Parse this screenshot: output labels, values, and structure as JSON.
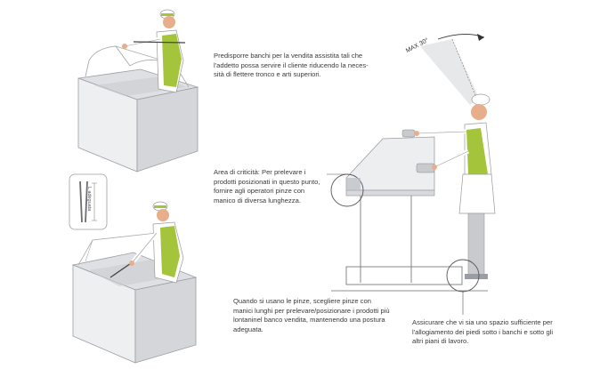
{
  "texts": {
    "intro": "Predisporre banchi per la vendita assistita tali che l'addetto possa servire il cliente riducendo la neces-sità di flettere tronco e arti superiori.",
    "critical_area": "Area di criticità: Per prelevare i prodotti posizionati in questo punto, fornire agli operatori pinze con manico di diversa lunghezza.",
    "tongs": "Quando si usano le pinze, scegliere pinze con manici lunghi per prelevare/posizionare i prodotti più lontaninel banco vendita, mantenendo una postura adeguata.",
    "foot_space": "Assicurare che vi sia uno spazio sufficiente per l'allogiamento dei piedi sotto i banchi e sotto gli altri piani di lavoro."
  },
  "labels": {
    "max_angle": "MAX 30°",
    "tong_length": "L adeguata"
  },
  "colors": {
    "apron_green": "#a4c43c",
    "counter_gray": "#e6e7ea",
    "counter_edge": "#9a9da3",
    "skin": "#e8ad8a",
    "cone": "#e7e8ea",
    "callout": "#555555"
  },
  "icons": [
    "worker-figure",
    "display-counter",
    "tongs-icon",
    "view-angle-cone",
    "callout-circle"
  ]
}
